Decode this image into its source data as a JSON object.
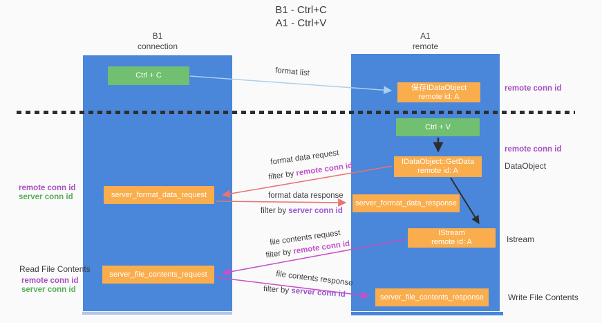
{
  "title": {
    "line1": "B1 - Ctrl+C",
    "line2": "A1 - Ctrl+V"
  },
  "lanes": {
    "left": {
      "name": "B1",
      "role": "connection"
    },
    "right": {
      "name": "A1",
      "role": "remote"
    }
  },
  "nodes": {
    "ctrl_c": {
      "label": "Ctrl + C"
    },
    "save_idataobject": {
      "line1": "保存IDataObject",
      "line2": "remote id: A"
    },
    "ctrl_v": {
      "label": "Ctrl + V"
    },
    "getdata": {
      "line1": "IDataObject::GetData",
      "line2": "remote id: A"
    },
    "istream": {
      "line1": "IStream",
      "line2": "remote id: A"
    },
    "server_format_data_request": {
      "label": "server_format_data_request"
    },
    "server_format_data_response": {
      "label": "server_format_data_response"
    },
    "server_file_contents_request": {
      "label": "server_file_contents_request"
    },
    "server_file_contents_response": {
      "label": "server_file_contents_response"
    }
  },
  "arrow_labels": {
    "format_list": "format list",
    "format_data_request": "format data request",
    "format_data_response": "format data response",
    "file_contents_request": "file contents request",
    "file_contents_response": "file contents response",
    "filter_remote_1": {
      "prefix": "filter by ",
      "id": "remote conn id"
    },
    "filter_server_1": {
      "prefix": "filter by ",
      "id": "server conn id"
    },
    "filter_remote_2": {
      "prefix": "filter by ",
      "id": "remote conn id"
    },
    "filter_server_2": {
      "prefix": "filter by ",
      "id": "server conn id"
    }
  },
  "annotations": {
    "left": {
      "remote_conn_id_1": "remote conn id",
      "server_conn_id_1": "server conn id",
      "read_file_contents": "Read File Contents",
      "remote_conn_id_2": "remote conn id",
      "server_conn_id_2": "server conn id"
    },
    "right": {
      "remote_conn_id_1": "remote conn id",
      "remote_conn_id_2": "remote conn id",
      "dataobject": "DataObject",
      "istream": "Istream",
      "write_file_contents": "Write File Contents"
    }
  },
  "colors": {
    "lane_blue": "#4a86d9",
    "node_orange": "#f9ad4d",
    "node_green": "#71bf71",
    "arrow_light_blue": "#a9d0ee",
    "arrow_salmon": "#e8736f",
    "arrow_magenta": "#c84fc8",
    "arrow_black": "#2d2d2d",
    "text_purple": "#a84fc0",
    "text_green": "#57ad57"
  }
}
